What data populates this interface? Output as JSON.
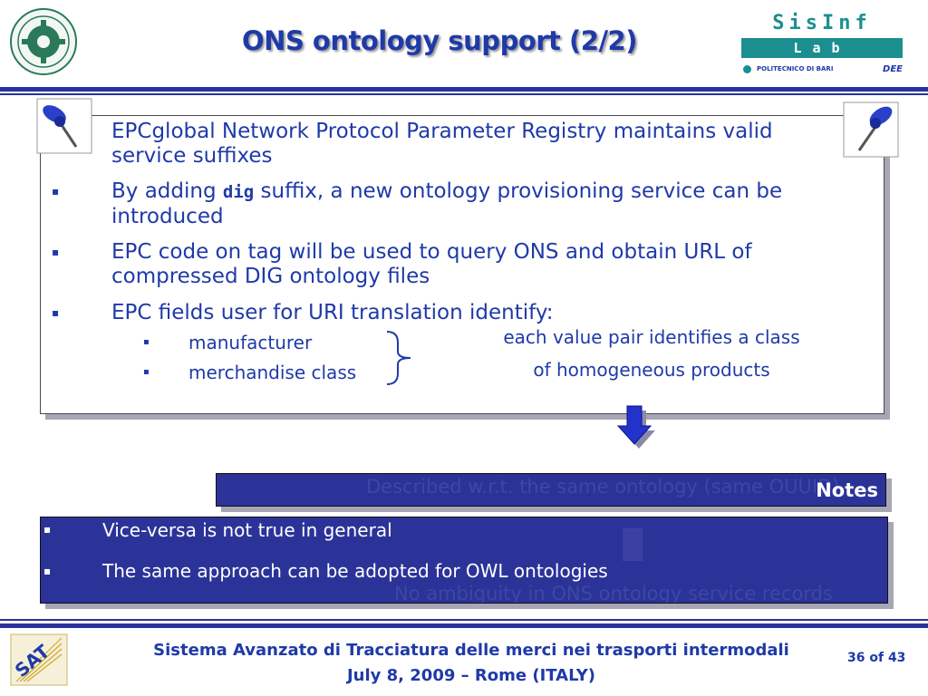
{
  "header": {
    "title": "ONS ontology support (2/2)",
    "logo_right": {
      "top": "SisInf",
      "mid": "Lab",
      "institution": "POLITECNICO DI BARI",
      "dept": "DEE"
    }
  },
  "main": {
    "bullets": [
      {
        "text": "EPCglobal Network Protocol Parameter Registry maintains valid service suffixes"
      },
      {
        "pre": "By adding ",
        "code": "dig",
        "post": " suffix, a new ontology provisioning service can be introduced"
      },
      {
        "text": "EPC code on tag will be used to query ONS and obtain URL of compressed DIG ontology files"
      },
      {
        "text": "EPC fields user for URI translation identify:"
      }
    ],
    "subbullets": [
      "manufacturer",
      "merchandise class"
    ],
    "side_note_1": "each value pair identifies a class",
    "side_note_2": "of homogeneous products"
  },
  "notes": {
    "ghost_text": "Described w.r.t. the same ontology (same OUUID)",
    "label": "Notes",
    "bullets": [
      "Vice-versa is not true in general",
      "The same approach can be adopted for OWL ontologies"
    ],
    "ghost_text_2": "No ambiguity in ONS ontology service records"
  },
  "footer": {
    "line1": "Sistema Avanzato di Tracciatura delle merci nei trasporti intermodali",
    "line2": "July 8, 2009 – Rome (ITALY)",
    "page": "36 of 43"
  },
  "bullet_glyph": "▪",
  "colors": {
    "text_blue": "#1f3aa8",
    "band": "#2c3398",
    "teal": "#1b8f8f"
  }
}
